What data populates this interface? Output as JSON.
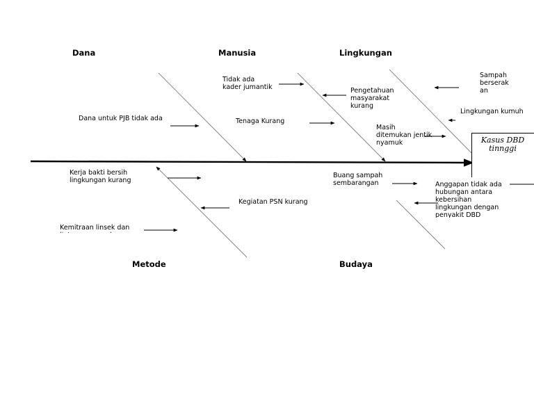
{
  "categories": {
    "dana": "Dana",
    "manusia": "Manusia",
    "lingkungan": "Lingkungan",
    "metode": "Metode",
    "budaya": "Budaya"
  },
  "effect": "Kasus DBD\ntinnggi",
  "causes": {
    "dana_pjb": "Dana untuk PJB tidak ada",
    "tidak_ada_kader": "Tidak ada\nkader jumantik",
    "tenaga_kurang": "Tenaga Kurang",
    "pengetahuan": "Pengetahuan\nmasyarakat\nkurang",
    "masih_ditemukan": "Masih\nditemukan jentik\nnyamuk",
    "sampah_berserakan": "Sampah\nberserak\nan",
    "lingkungan_kumuh": "Lingkungan kumuh",
    "kerja_bakti": "Kerja bakti bersih\nlingkungan kurang",
    "kegiatan_psn": "Kegiatan PSN kurang",
    "kemitraan": "Kemitraan linsek dan\nlintas program kurang",
    "buang_sampah": "Buang sampah\nsembarangan",
    "anggapan": "Anggapan tidak ada\nhubungan antara\nkebersihan\nlingkungan dengan\npenyakit DBD"
  }
}
